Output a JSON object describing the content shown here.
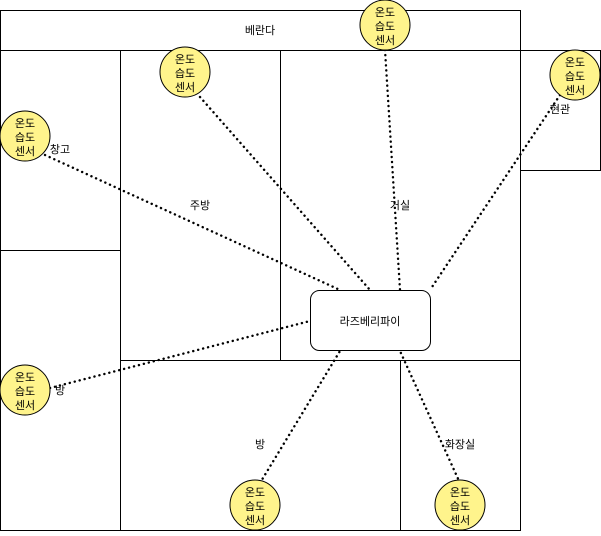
{
  "colors": {
    "sensor_fill": "#fff48c",
    "line": "#000000",
    "background": "#ffffff"
  },
  "rooms": {
    "veranda": "베란다",
    "storage": "창고",
    "kitchen": "주방",
    "living": "거실",
    "entrance": "현관",
    "room_left": "방",
    "room_bottom": "방",
    "bathroom": "화장실"
  },
  "hub": {
    "label": "라즈베리파이"
  },
  "sensor": {
    "line1": "온도",
    "line2": "습도",
    "line3": "센서"
  }
}
